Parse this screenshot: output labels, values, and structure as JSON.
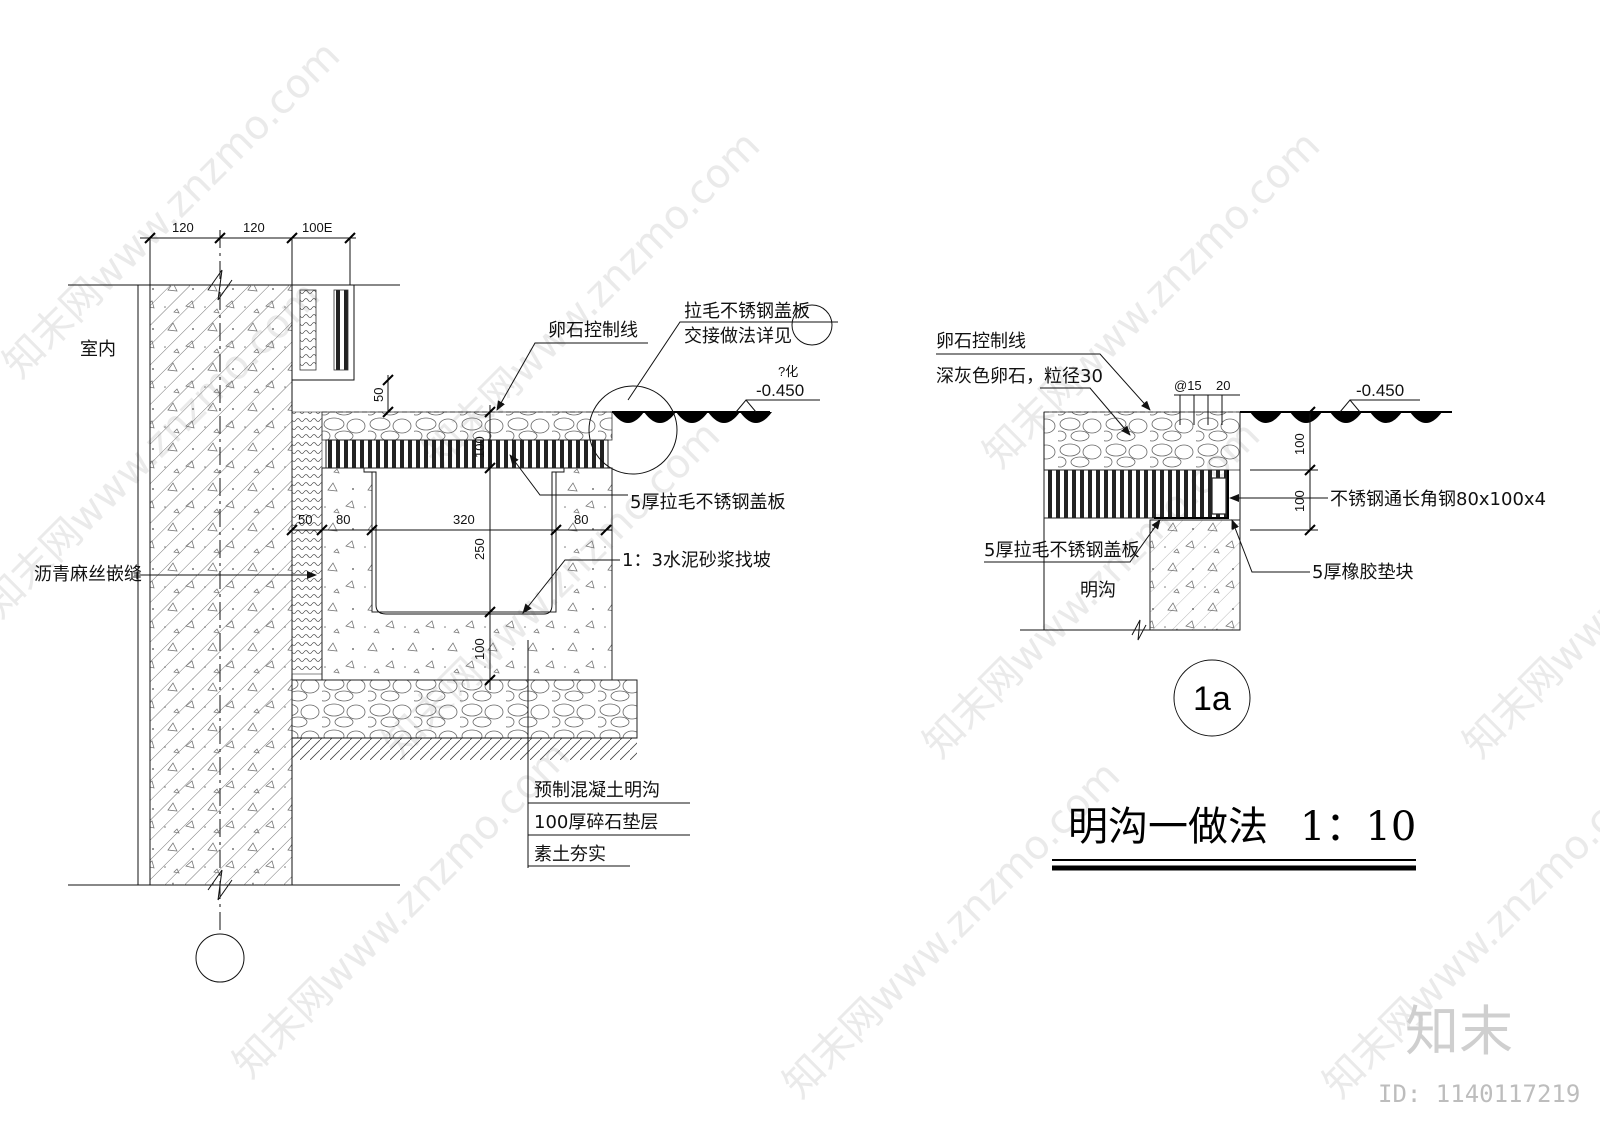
{
  "left_detail": {
    "dims_top": [
      "120",
      "120",
      "100E"
    ],
    "indoor": "室内",
    "cobble_line": "卵石控制线",
    "cover_note_1": "拉毛不锈钢盖板",
    "cover_note_2": "交接做法详见",
    "elev_note": "?化",
    "elev": "-0.450",
    "dim_50_top": "50",
    "dim_100_cover": "100",
    "cover_plate": "5厚拉毛不锈钢盖板",
    "dims_mid": [
      "50",
      "80",
      "320",
      "80"
    ],
    "dim_250": "250",
    "dim_100_base": "100",
    "mortar": "1：3水泥砂浆找坡",
    "joint": "沥青麻丝嵌缝",
    "layers": [
      "预制混凝土明沟",
      "100厚碎石垫层",
      "素土夯实"
    ]
  },
  "right_detail": {
    "cobble_line": "卵石控制线",
    "cobble_desc": "深灰色卵石，粒径30",
    "spacing": [
      "@15",
      "20"
    ],
    "elev": "-0.450",
    "dim_100_a": "100",
    "dim_100_b": "100",
    "angle_steel": "不锈钢通长角钢80x100x4",
    "cover_plate": "5厚拉毛不锈钢盖板",
    "rubber": "5厚橡胶垫块",
    "ditch": "明沟",
    "tag": "1a"
  },
  "title": {
    "text": "明沟一做法",
    "scale": "1：10"
  },
  "branding": {
    "logo": "知末",
    "image_id": "ID: 1140117219",
    "watermark": "知末网www.znzmo.com"
  }
}
